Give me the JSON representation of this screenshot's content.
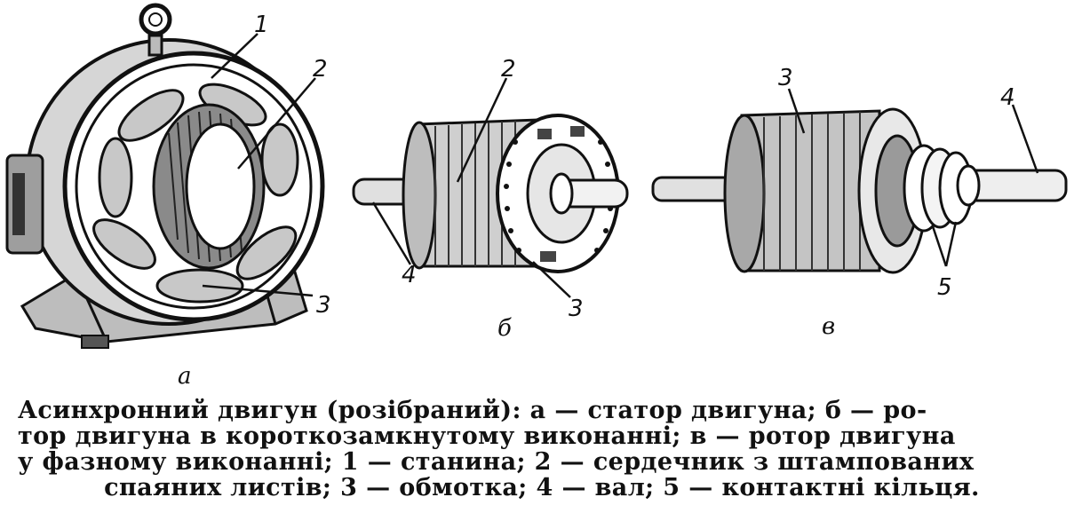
{
  "callouts": {
    "a1": "1",
    "a2": "2",
    "a3": "3",
    "b2": "2",
    "b4": "4",
    "b3": "3",
    "c3": "3",
    "c4": "4",
    "c5": "5"
  },
  "sublabels": {
    "a": "а",
    "b": "б",
    "c": "в"
  },
  "caption": {
    "line1": "Асинхронний  двигун (розібраний):  а — статор двигуна;  б — ро-",
    "line2": "тор двигуна в короткозамкнутому виконанні; в — ротор двигуна",
    "line3": "у фазному виконанні; 1 — станина; 2 — сердечник з  штампованих",
    "line4": "спаяних листів; 3 — обмотка; 4 — вал; 5 — контактні кільця."
  }
}
